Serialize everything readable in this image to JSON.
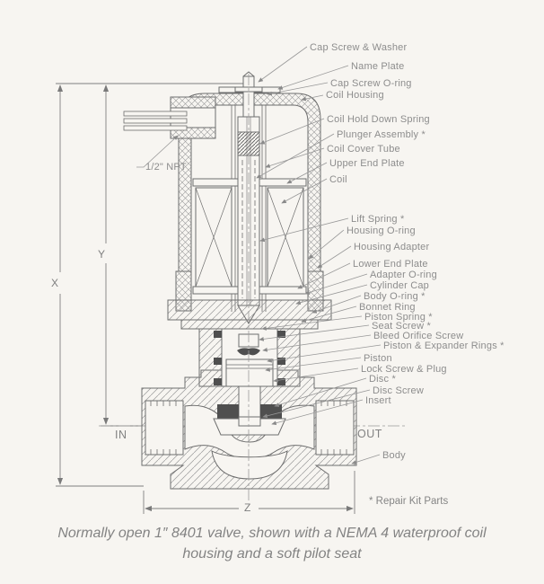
{
  "diagram": {
    "part_labels": [
      {
        "id": "cap-screw-washer",
        "text": "Cap Screw & Washer"
      },
      {
        "id": "name-plate",
        "text": "Name Plate"
      },
      {
        "id": "cap-screw-oring",
        "text": "Cap Screw O-ring"
      },
      {
        "id": "coil-housing",
        "text": "Coil Housing"
      },
      {
        "id": "coil-hold-down-spring",
        "text": "Coil Hold Down Spring"
      },
      {
        "id": "plunger-assembly",
        "text": "Plunger Assembly *"
      },
      {
        "id": "coil-cover-tube",
        "text": "Coil Cover Tube"
      },
      {
        "id": "upper-end-plate",
        "text": "Upper End Plate"
      },
      {
        "id": "coil",
        "text": "Coil"
      },
      {
        "id": "lift-spring",
        "text": "Lift Spring *"
      },
      {
        "id": "housing-oring",
        "text": "Housing O-ring"
      },
      {
        "id": "housing-adapter",
        "text": "Housing Adapter"
      },
      {
        "id": "lower-end-plate",
        "text": "Lower End Plate"
      },
      {
        "id": "adapter-oring",
        "text": "Adapter O-ring"
      },
      {
        "id": "cylinder-cap",
        "text": "Cylinder Cap"
      },
      {
        "id": "body-oring",
        "text": "Body O-ring *"
      },
      {
        "id": "bonnet-ring",
        "text": "Bonnet Ring"
      },
      {
        "id": "piston-spring",
        "text": "Piston Spring *"
      },
      {
        "id": "seat-screw",
        "text": "Seat Screw *"
      },
      {
        "id": "bleed-orifice-screw",
        "text": "Bleed Orifice Screw"
      },
      {
        "id": "piston-expander-rings",
        "text": "Piston & Expander Rings *"
      },
      {
        "id": "piston",
        "text": "Piston"
      },
      {
        "id": "lock-screw-plug",
        "text": "Lock Screw & Plug"
      },
      {
        "id": "disc",
        "text": "Disc *"
      },
      {
        "id": "disc-screw",
        "text": "Disc Screw"
      },
      {
        "id": "insert",
        "text": "Insert"
      },
      {
        "id": "body",
        "text": "Body"
      }
    ],
    "npt_label": "1/2\" NPT",
    "ports": {
      "in": "IN",
      "out": "OUT"
    },
    "dimensions": {
      "x": "X",
      "y": "Y",
      "z": "Z"
    },
    "repair_note": "* Repair Kit Parts"
  },
  "caption": {
    "line1": "Normally open 1″ 8401 valve, shown with a NEMA 4 waterproof coil",
    "line2": "housing and a soft pilot seat"
  },
  "colors": {
    "background": "#f7f5f1",
    "drawing_line": "#6e6e6e",
    "hatch_line": "#9a9a9a",
    "label_text": "#8d8d8d",
    "caption_text": "#838383",
    "dark_fill": "#4f4f4f"
  }
}
